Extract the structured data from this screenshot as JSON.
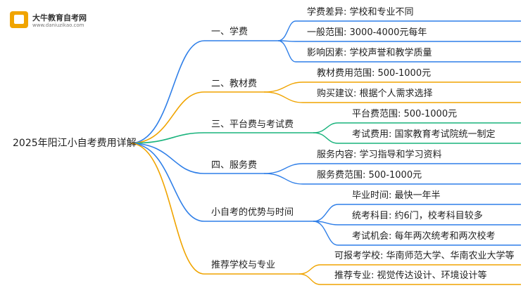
{
  "logo": {
    "name": "大牛教育自考网",
    "url": "www.daniuzikao.com"
  },
  "root": {
    "label": "2025年阳江小自考费用详解"
  },
  "branches": [
    {
      "label": "一、学费",
      "color": "#2f7fe8",
      "leaves": [
        "学费差异: 学校和专业不同",
        "一般范围: 3000-4000元每年",
        "影响因素: 学校声誉和教学质量"
      ]
    },
    {
      "label": "二、教材费",
      "color": "#f0a400",
      "leaves": [
        "教材费用范围: 500-1000元",
        "购买建议: 根据个人需求选择"
      ]
    },
    {
      "label": "三、平台费与考试费",
      "color": "#19b37c",
      "leaves": [
        "平台费范围: 500-1000元",
        "考试费用: 国家教育考试院统一制定"
      ]
    },
    {
      "label": "四、服务费",
      "color": "#2f7fe8",
      "leaves": [
        "服务内容: 学习指导和学习资料",
        "服务费范围: 500-1000元"
      ]
    },
    {
      "label": "小自考的优势与时间",
      "color": "#2f7fe8",
      "leaves": [
        "毕业时间: 最快一年半",
        "统考科目: 约6门，校考科目较多",
        "考试机会: 每年两次统考和两次校考"
      ]
    },
    {
      "label": "推荐学校与专业",
      "color": "#f0a400",
      "leaves": [
        "可报考学校: 华南师范大学、华南农业大学等",
        "推荐专业: 视觉传达设计、环境设计等"
      ]
    }
  ]
}
